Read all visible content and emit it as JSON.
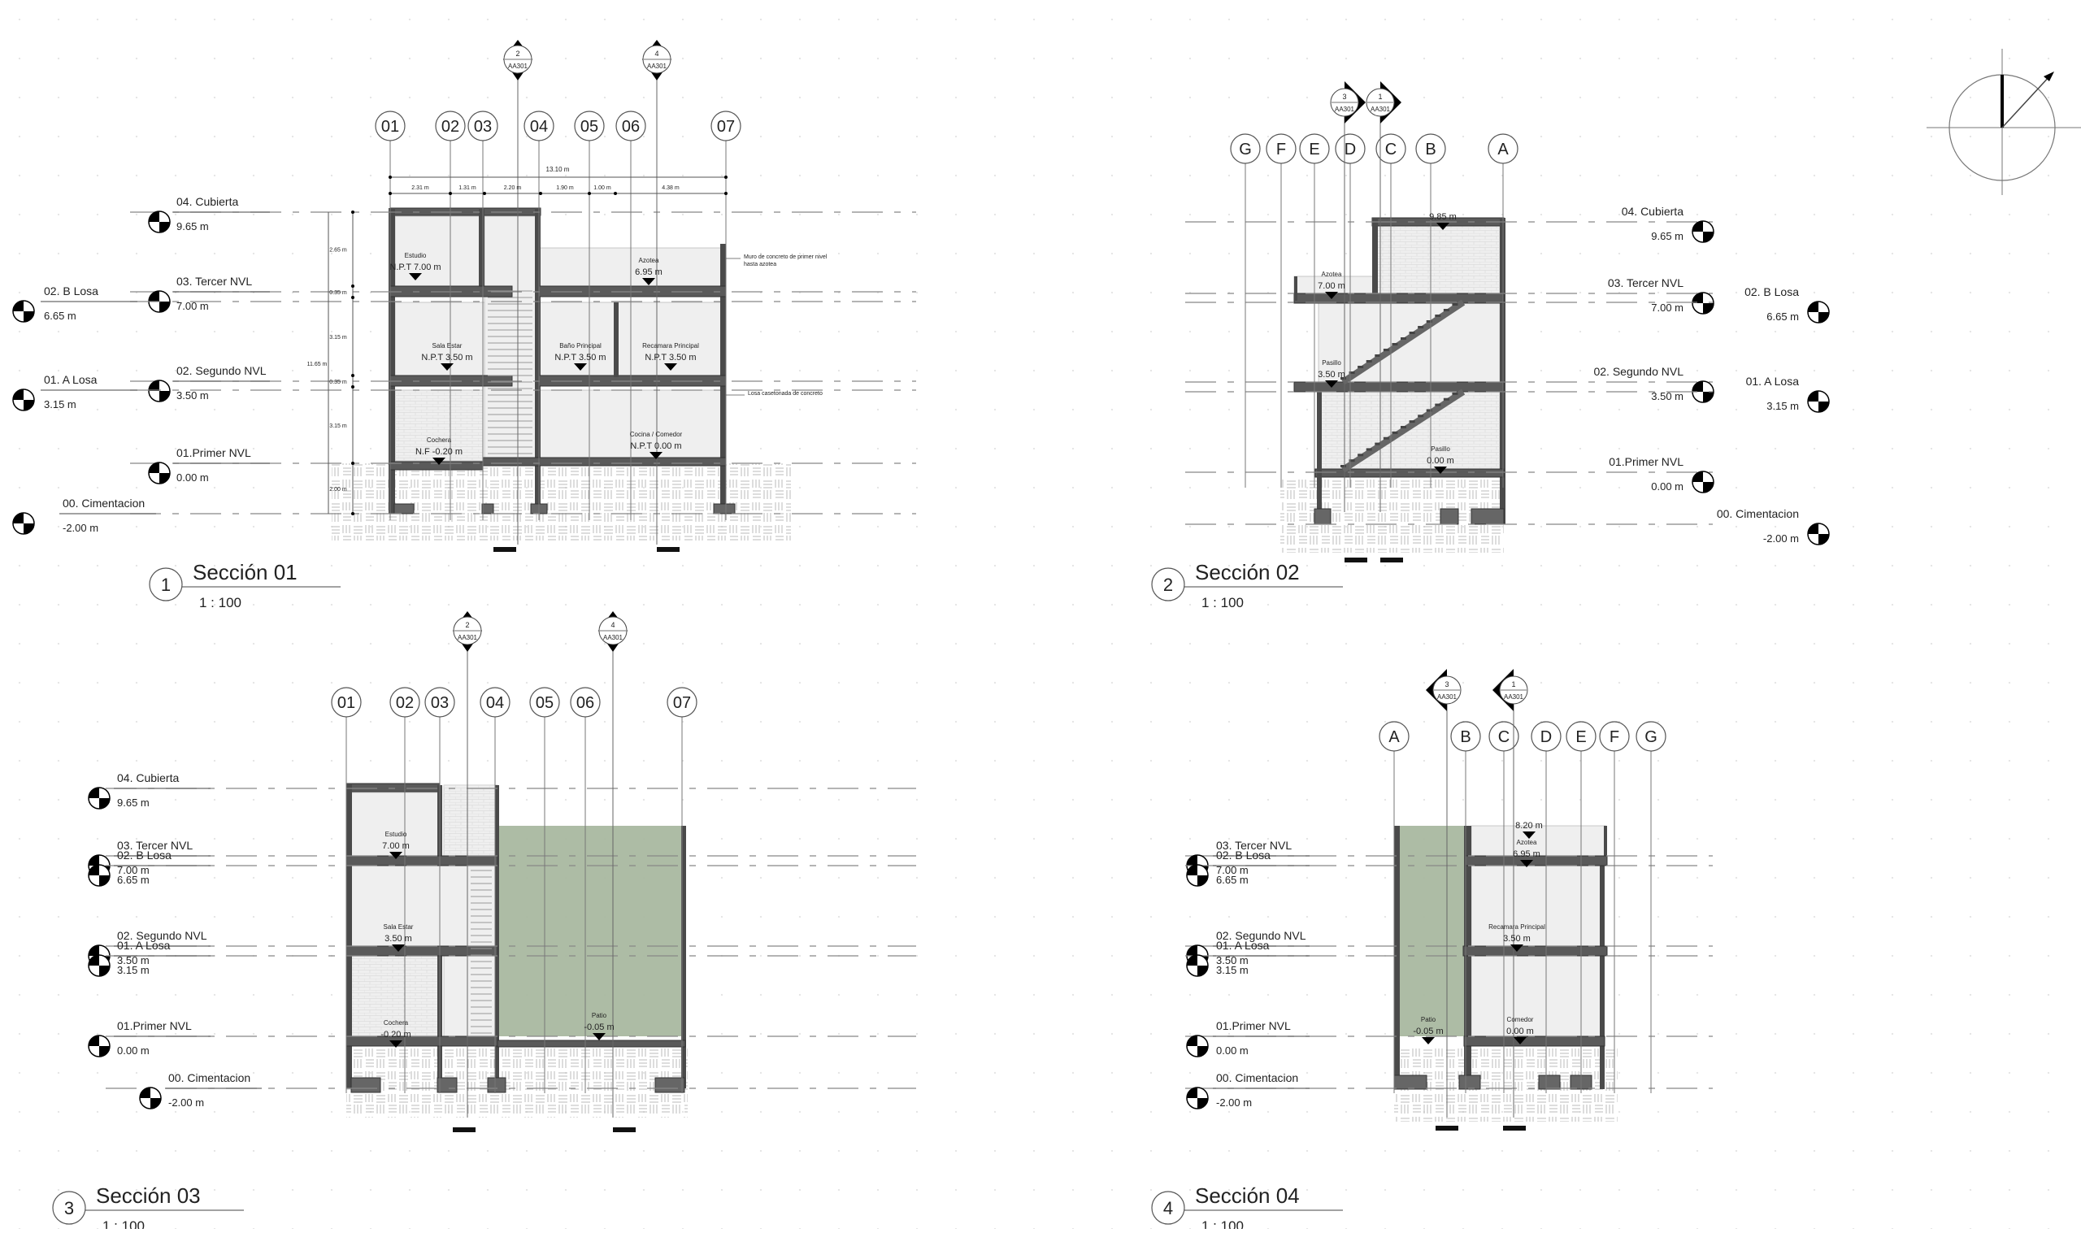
{
  "north_arrow": {
    "icon": "north-arrow-icon"
  },
  "colors": {
    "patio_green": "#a9b8a0",
    "structure": "#4a4a4a"
  },
  "sections": [
    {
      "number": "1",
      "title": "Sección 01",
      "scale": "1 : 100",
      "grids": [
        "01",
        "02",
        "03",
        "04",
        "05",
        "06",
        "07"
      ],
      "levels": [
        {
          "name": "04. Cubierta",
          "elevation": "9.65 m"
        },
        {
          "name": "03. Tercer NVL",
          "elevation": "7.00 m"
        },
        {
          "name": "02. B Losa",
          "elevation": "6.65 m"
        },
        {
          "name": "02. Segundo NVL",
          "elevation": "3.50 m"
        },
        {
          "name": "01. A Losa",
          "elevation": "3.15 m"
        },
        {
          "name": "01.Primer NVL",
          "elevation": "0.00 m"
        },
        {
          "name": "00. Cimentacion",
          "elevation": "-2.00 m"
        }
      ],
      "cuts": [
        {
          "number": "2",
          "sheet": "AA301"
        },
        {
          "number": "4",
          "sheet": "AA301"
        }
      ],
      "rooms": [
        {
          "name": "Estudio",
          "elevation": "N.P.T 7.00 m"
        },
        {
          "name": "Sala Estar",
          "elevation": "N.P.T 3.50 m"
        },
        {
          "name": "Baño Principal",
          "elevation": "N.P.T 3.50 m"
        },
        {
          "name": "Recamara Principal",
          "elevation": "N.P.T 3.50 m"
        },
        {
          "name": "Azotea",
          "elevation": "6.95 m"
        },
        {
          "name": "Cochera",
          "elevation": "N.F -0.20 m"
        },
        {
          "name": "Cocina / Comedor",
          "elevation": "N.P.T 0.00 m"
        }
      ],
      "dimensions": {
        "horizontal_total": "13.10 m",
        "horizontal": [
          "2.31 m",
          "1.31 m",
          "2.20 m",
          "1.90 m",
          "1.00 m",
          "4.38 m"
        ],
        "vertical_total": "11.65 m",
        "vertical": [
          "2.65 m",
          "0.35 m",
          "3.15 m",
          "0.35 m",
          "3.15 m",
          "2.00 m"
        ]
      },
      "notes": [
        "Muro de concreto de primer nivel hasta azotea",
        "Losa casetonada de concreto"
      ]
    },
    {
      "number": "2",
      "title": "Sección 02",
      "scale": "1 : 100",
      "grids": [
        "G",
        "F",
        "E",
        "D",
        "C",
        "B",
        "A"
      ],
      "levels": [
        {
          "name": "04. Cubierta",
          "elevation": "9.65 m"
        },
        {
          "name": "03. Tercer NVL",
          "elevation": "7.00 m"
        },
        {
          "name": "02. B Losa",
          "elevation": "6.65 m"
        },
        {
          "name": "02. Segundo NVL",
          "elevation": "3.50 m"
        },
        {
          "name": "01. A Losa",
          "elevation": "3.15 m"
        },
        {
          "name": "01.Primer NVL",
          "elevation": "0.00 m"
        },
        {
          "name": "00. Cimentacion",
          "elevation": "-2.00 m"
        }
      ],
      "cuts": [
        {
          "number": "3",
          "sheet": "AA301"
        },
        {
          "number": "1",
          "sheet": "AA301"
        }
      ],
      "rooms": [
        {
          "name": "",
          "elevation": "9.85 m"
        },
        {
          "name": "Azotea",
          "elevation": "7.00 m"
        },
        {
          "name": "Pasillo",
          "elevation": "3.50 m"
        },
        {
          "name": "Pasillo",
          "elevation": "0.00 m"
        }
      ]
    },
    {
      "number": "3",
      "title": "Sección 03",
      "scale": "1 : 100",
      "grids": [
        "01",
        "02",
        "03",
        "04",
        "05",
        "06",
        "07"
      ],
      "levels": [
        {
          "name": "04. Cubierta",
          "elevation": "9.65 m"
        },
        {
          "name": "03. Tercer NVL",
          "elevation": "7.00 m"
        },
        {
          "name": "02. B Losa",
          "elevation": "6.65 m"
        },
        {
          "name": "02. Segundo NVL",
          "elevation": "3.50 m"
        },
        {
          "name": "01. A Losa",
          "elevation": "3.15 m"
        },
        {
          "name": "01.Primer NVL",
          "elevation": "0.00 m"
        },
        {
          "name": "00. Cimentacion",
          "elevation": "-2.00 m"
        }
      ],
      "cuts": [
        {
          "number": "2",
          "sheet": "AA301"
        },
        {
          "number": "4",
          "sheet": "AA301"
        }
      ],
      "rooms": [
        {
          "name": "Estudio",
          "elevation": "7.00 m"
        },
        {
          "name": "Sala Estar",
          "elevation": "3.50 m"
        },
        {
          "name": "Cochera",
          "elevation": "-0.20 m"
        },
        {
          "name": "Patio",
          "elevation": "-0.05 m"
        }
      ]
    },
    {
      "number": "4",
      "title": "Sección 04",
      "scale": "1 : 100",
      "grids": [
        "A",
        "B",
        "C",
        "D",
        "E",
        "F",
        "G"
      ],
      "levels": [
        {
          "name": "03. Tercer NVL",
          "elevation": "7.00 m"
        },
        {
          "name": "02. B Losa",
          "elevation": "6.65 m"
        },
        {
          "name": "02. Segundo NVL",
          "elevation": "3.50 m"
        },
        {
          "name": "01. A Losa",
          "elevation": "3.15 m"
        },
        {
          "name": "01.Primer NVL",
          "elevation": "0.00 m"
        },
        {
          "name": "00. Cimentacion",
          "elevation": "-2.00 m"
        }
      ],
      "cuts": [
        {
          "number": "3",
          "sheet": "AA301"
        },
        {
          "number": "1",
          "sheet": "AA301"
        }
      ],
      "rooms": [
        {
          "name": "",
          "elevation": "8.20 m"
        },
        {
          "name": "Azotea",
          "elevation": "6.95 m"
        },
        {
          "name": "Recamara Principal",
          "elevation": "3.50 m"
        },
        {
          "name": "Patio",
          "elevation": "-0.05 m"
        },
        {
          "name": "Comedor",
          "elevation": "0.00 m"
        }
      ]
    }
  ]
}
